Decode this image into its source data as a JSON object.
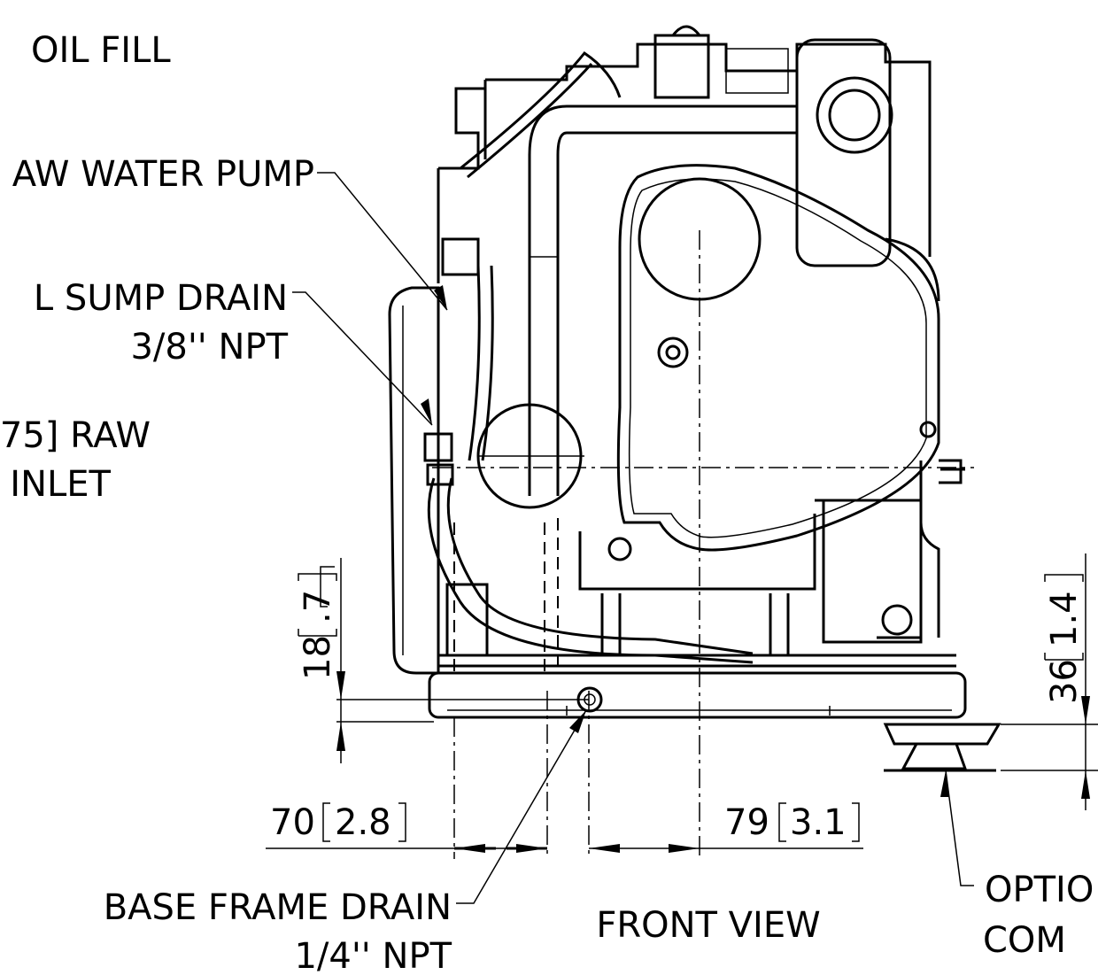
{
  "callouts": {
    "oil_fill": "OIL FILL",
    "raw_water_pump": "AW WATER PUMP",
    "oil_sump_drain_1": "L SUMP DRAIN",
    "oil_sump_drain_2": "3/8'' NPT",
    "raw_inlet_1": "75] RAW",
    "raw_inlet_2": "INLET",
    "base_frame_drain_1": "BASE FRAME DRAIN",
    "base_frame_drain_2": "1/4'' NPT",
    "option_1": "OPTIO",
    "option_2": "COM"
  },
  "view_title": "FRONT VIEW",
  "dimensions": {
    "d70": {
      "mm": "70",
      "in": "2.8"
    },
    "d79": {
      "mm": "79",
      "in": "3.1"
    },
    "d18": {
      "mm": "18",
      "in": ".7"
    },
    "d36": {
      "mm": "36",
      "in": "1.4"
    }
  }
}
